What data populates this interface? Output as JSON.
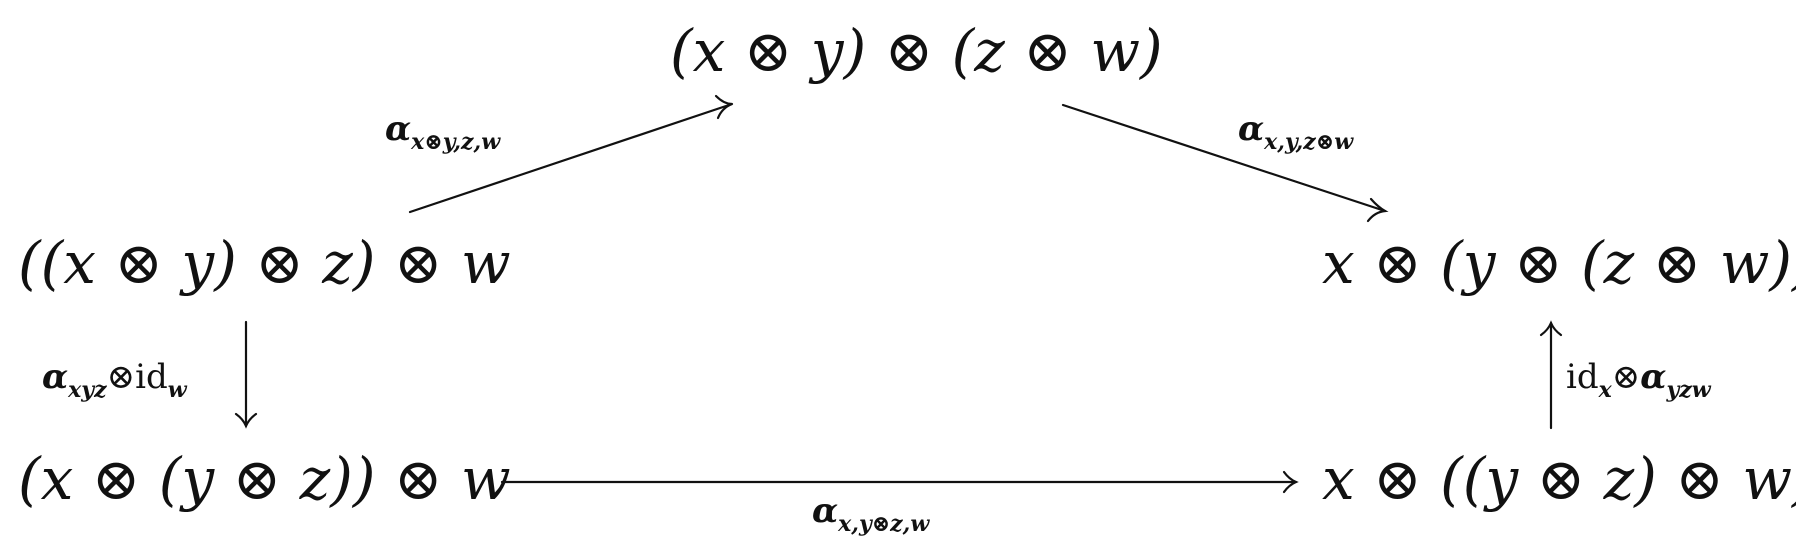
{
  "nodes": {
    "top": "(x ⊗ y) ⊗ (z ⊗ w)",
    "left": "((x ⊗ y) ⊗ z) ⊗ w",
    "right": "x ⊗ (y ⊗ (z ⊗ w))",
    "bottom_left": "(x ⊗ (y ⊗ z)) ⊗ w",
    "bottom_right": "x ⊗ ((y ⊗ z) ⊗ w)"
  },
  "labels": {
    "upper_left": {
      "symbol": "α",
      "subscript": "x⊗y,z,w"
    },
    "upper_right": {
      "symbol": "α",
      "subscript": "x,y,z⊗w"
    },
    "left": {
      "symbol": "α",
      "subscript": "xyz",
      "tail": "⊗id",
      "tail_subscript": "w"
    },
    "right": {
      "head": "id",
      "head_subscript": "x",
      "symbol": "α",
      "subscript": "yzw",
      "mid": "⊗"
    },
    "bottom": {
      "symbol": "α",
      "subscript": "x,y⊗z,w"
    }
  }
}
